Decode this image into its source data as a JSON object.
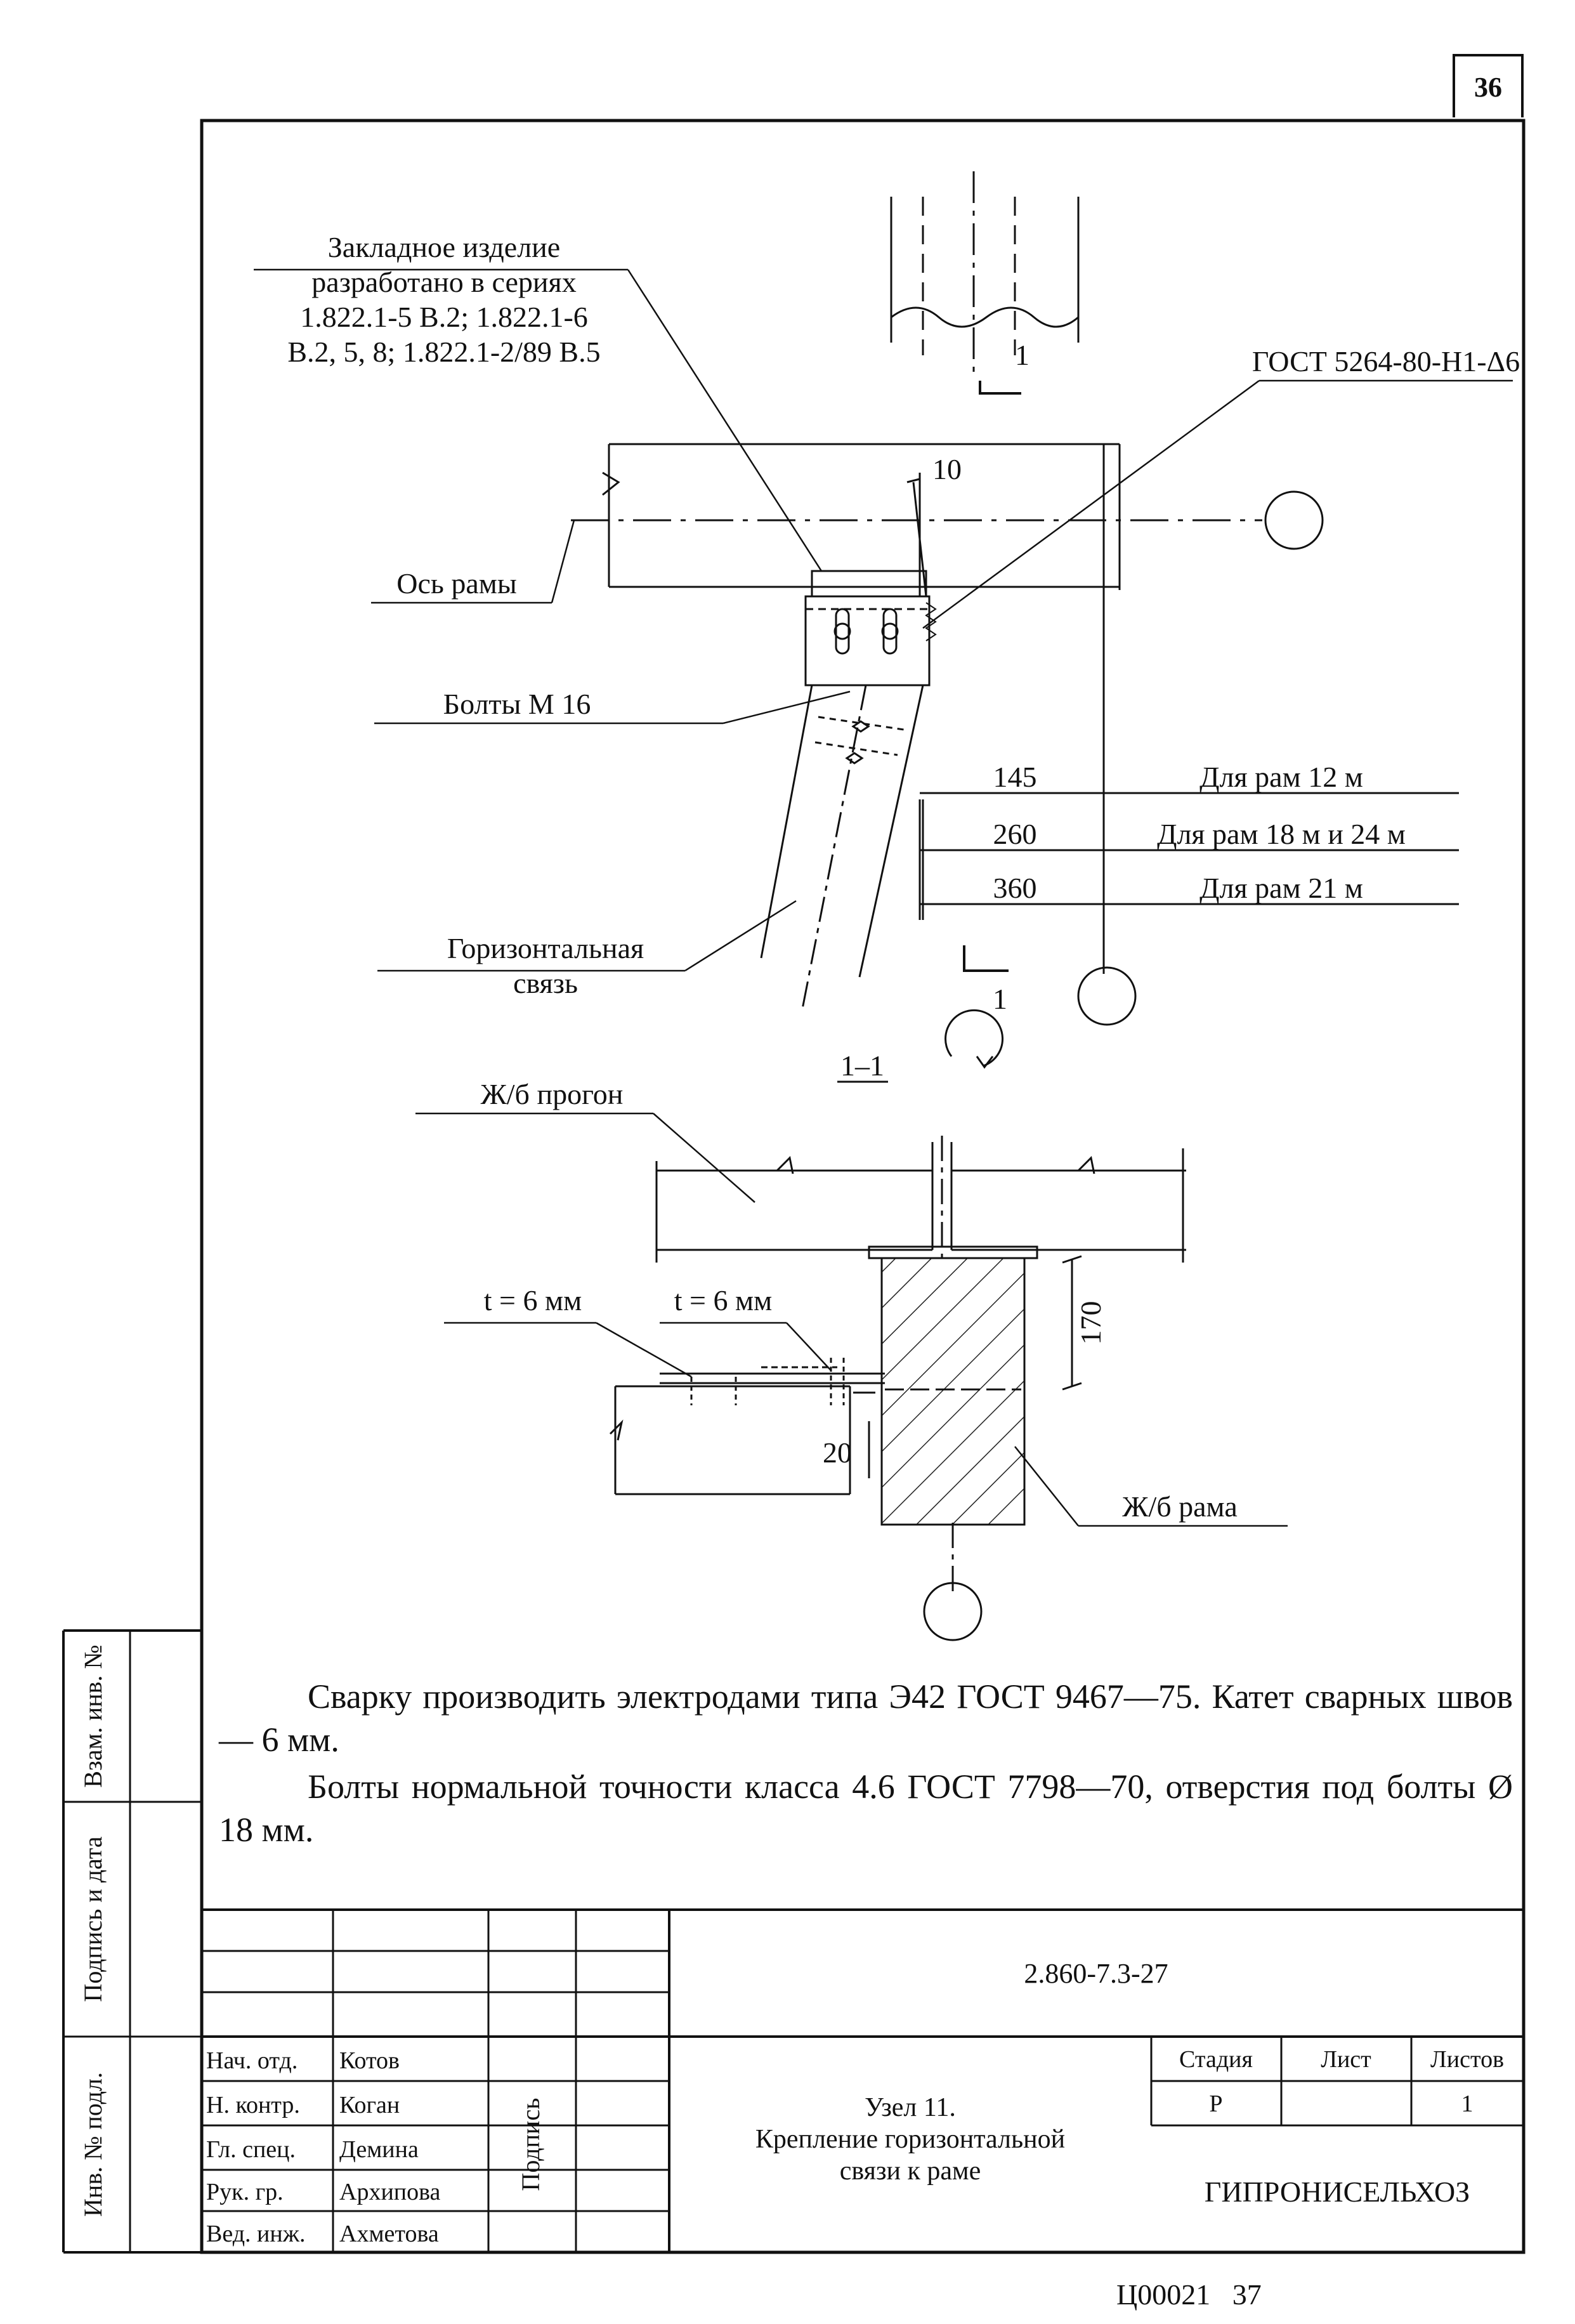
{
  "sheet_number": "36",
  "drawing": {
    "embedded_label": [
      "Закладное изделие",
      "разработано в сериях",
      "1.822.1-5 В.2; 1.822.1-6",
      "В.2, 5, 8; 1.822.1-2/89 В.5"
    ],
    "weld_gost": "ГОСТ 5264-80-Н1-Δ6",
    "axis_label": "Ось рамы",
    "bolts_label": "Болты М 16",
    "brace_label": [
      "Горизонтальная",
      "связь"
    ],
    "dim_top": "10",
    "dims": [
      {
        "value": "145",
        "text": "Для рам 12 м"
      },
      {
        "value": "260",
        "text": "Для рам 18 м и 24 м"
      },
      {
        "value": "360",
        "text": "Для рам 21 м"
      }
    ],
    "cut_mark": "1",
    "section_title": "1–1",
    "purlin_label": "Ж/б прогон",
    "t1": "t = 6 мм",
    "t2": "t = 6 мм",
    "dim_170": "170",
    "dim_20": "20",
    "frame_label": "Ж/б рама"
  },
  "notes": [
    "Сварку производить электродами типа Э42 ГОСТ 9467—75. Катет сварных швов — 6 мм.",
    "Болты нормальной точности класса 4.6 ГОСТ 7798—70, отверстия под болты Ø 18 мм."
  ],
  "side_stamps": [
    "Взам. инв. №",
    "Подпись и дата",
    "Инв. № подл."
  ],
  "title_block": {
    "designation": "2.860-7.3-27",
    "signature_header": "Подпись",
    "roles": [
      {
        "role": "Нач. отд.",
        "name": "Котов"
      },
      {
        "role": "Н. контр.",
        "name": "Коган"
      },
      {
        "role": "Гл. спец.",
        "name": "Демина"
      },
      {
        "role": "Рук. гр.",
        "name": "Архипова"
      },
      {
        "role": "Вед. инж.",
        "name": "Ахметова"
      }
    ],
    "title_lines": [
      "Узел 11.",
      "Крепление горизонтальной",
      "связи к раме"
    ],
    "stage_header": "Стадия",
    "sheet_header": "Лист",
    "sheets_header": "Листов",
    "stage": "Р",
    "sheet": "",
    "sheets": "1",
    "organization": "ГИПРОНИСЕЛЬХОЗ"
  },
  "footer": "Ц00021   37"
}
